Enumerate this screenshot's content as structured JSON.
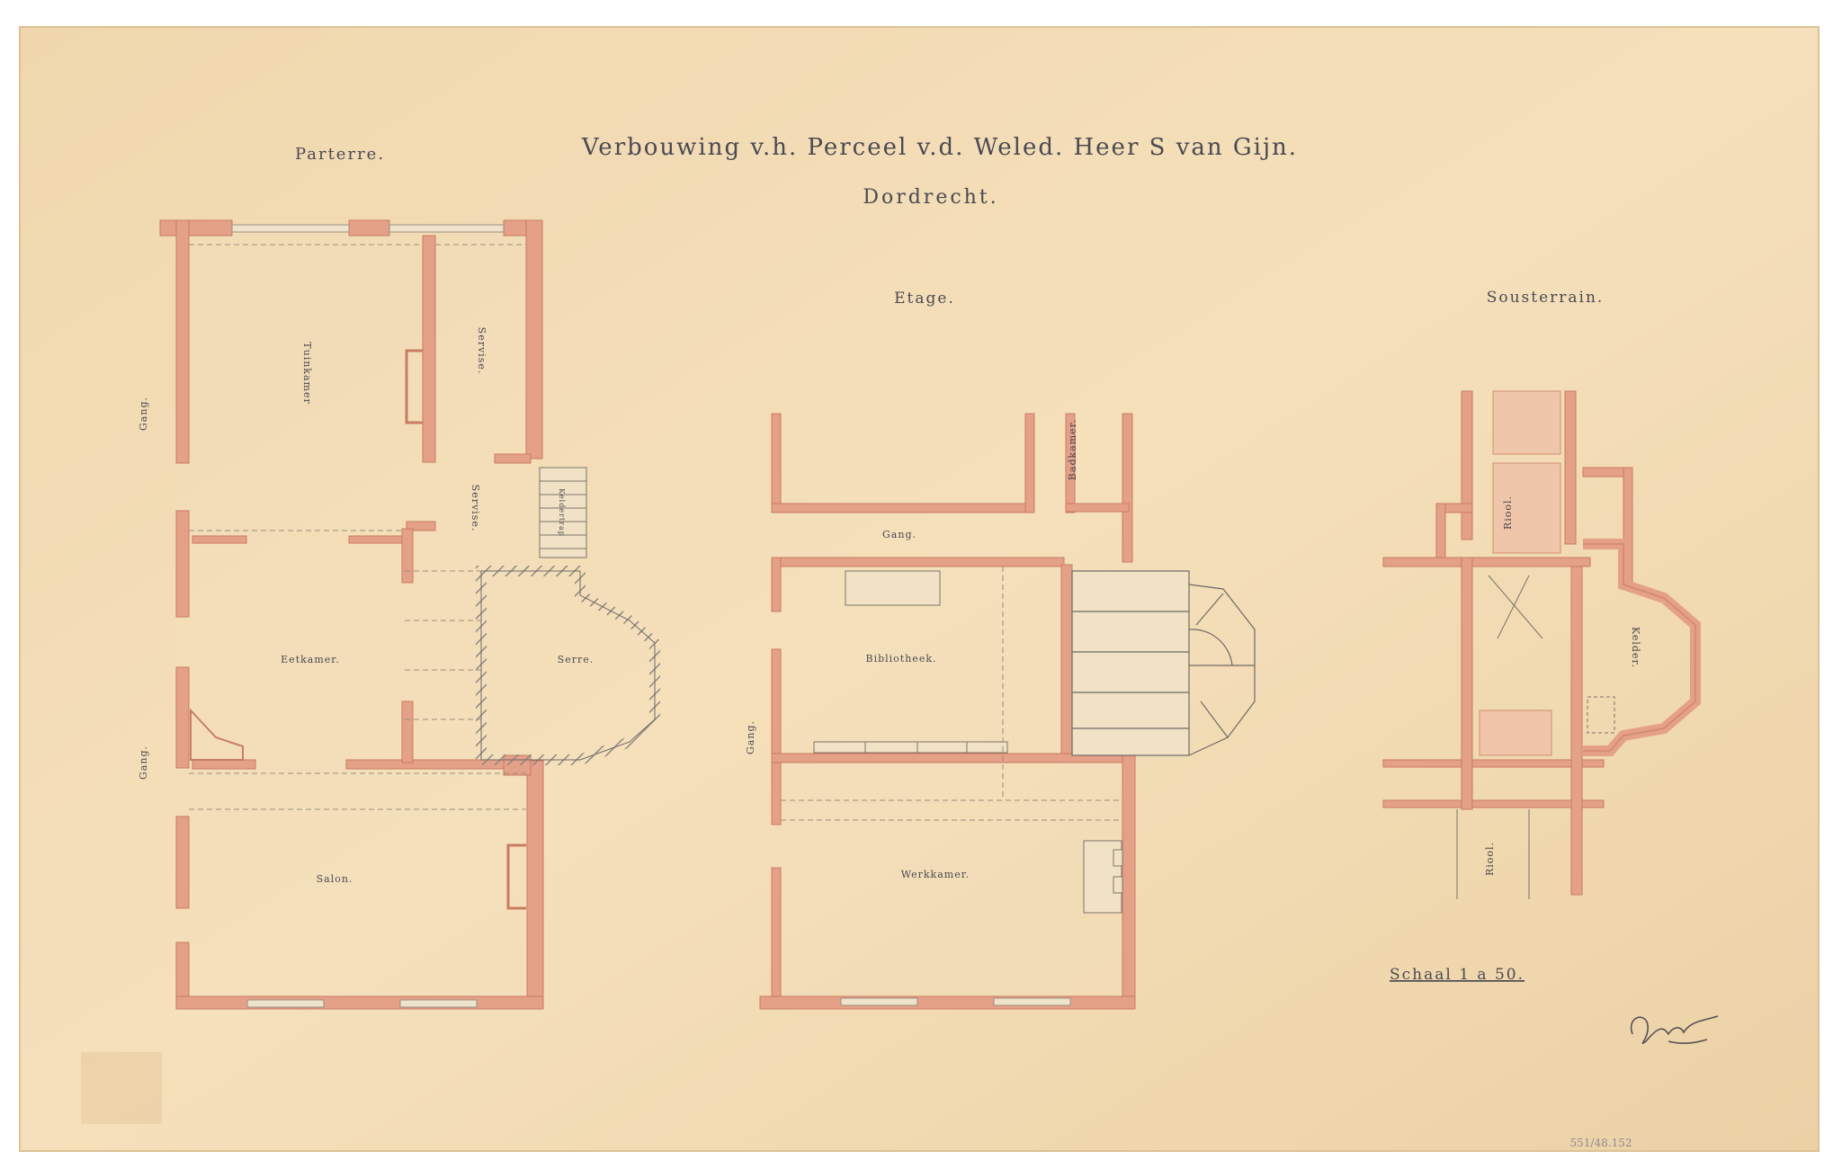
{
  "title": {
    "line1": "Verbouwing v.h. Perceel v.d. Weled. Heer S van Gijn.",
    "line2": "Dordrecht."
  },
  "plans": {
    "parterre": {
      "heading": "Parterre.",
      "rooms": {
        "tuinkamer": "Tuinkamer",
        "servise_top": "Servise.",
        "servise_mid": "Servise.",
        "gang_top": "Gang.",
        "gang_bottom": "Gang.",
        "eetkamer": "Eetkamer.",
        "serre": "Serre.",
        "salon": "Salon.",
        "kelder_trap": "Keldertrap"
      }
    },
    "etage": {
      "heading": "Etage.",
      "rooms": {
        "badkamer": "Badkamer.",
        "gang_top": "Gang.",
        "gang_side": "Gang.",
        "bibliotheek": "Bibliotheek.",
        "werkkamer": "Werkkamer."
      }
    },
    "sousterrain": {
      "heading": "Sousterrain.",
      "rooms": {
        "kelder": "Kelder.",
        "riool_top": "Riool.",
        "riool_bottom": "Riool."
      }
    }
  },
  "scale": "Schaal 1 a 50.",
  "catalog_number": "551/48.152",
  "colors": {
    "paper": "#f2dcb5",
    "paper_edge": "#e3c99d",
    "wall": "#e5a088",
    "wall_edge": "#c97c62",
    "ink": "#4a4a52",
    "stone_grey": "#9a9690"
  }
}
